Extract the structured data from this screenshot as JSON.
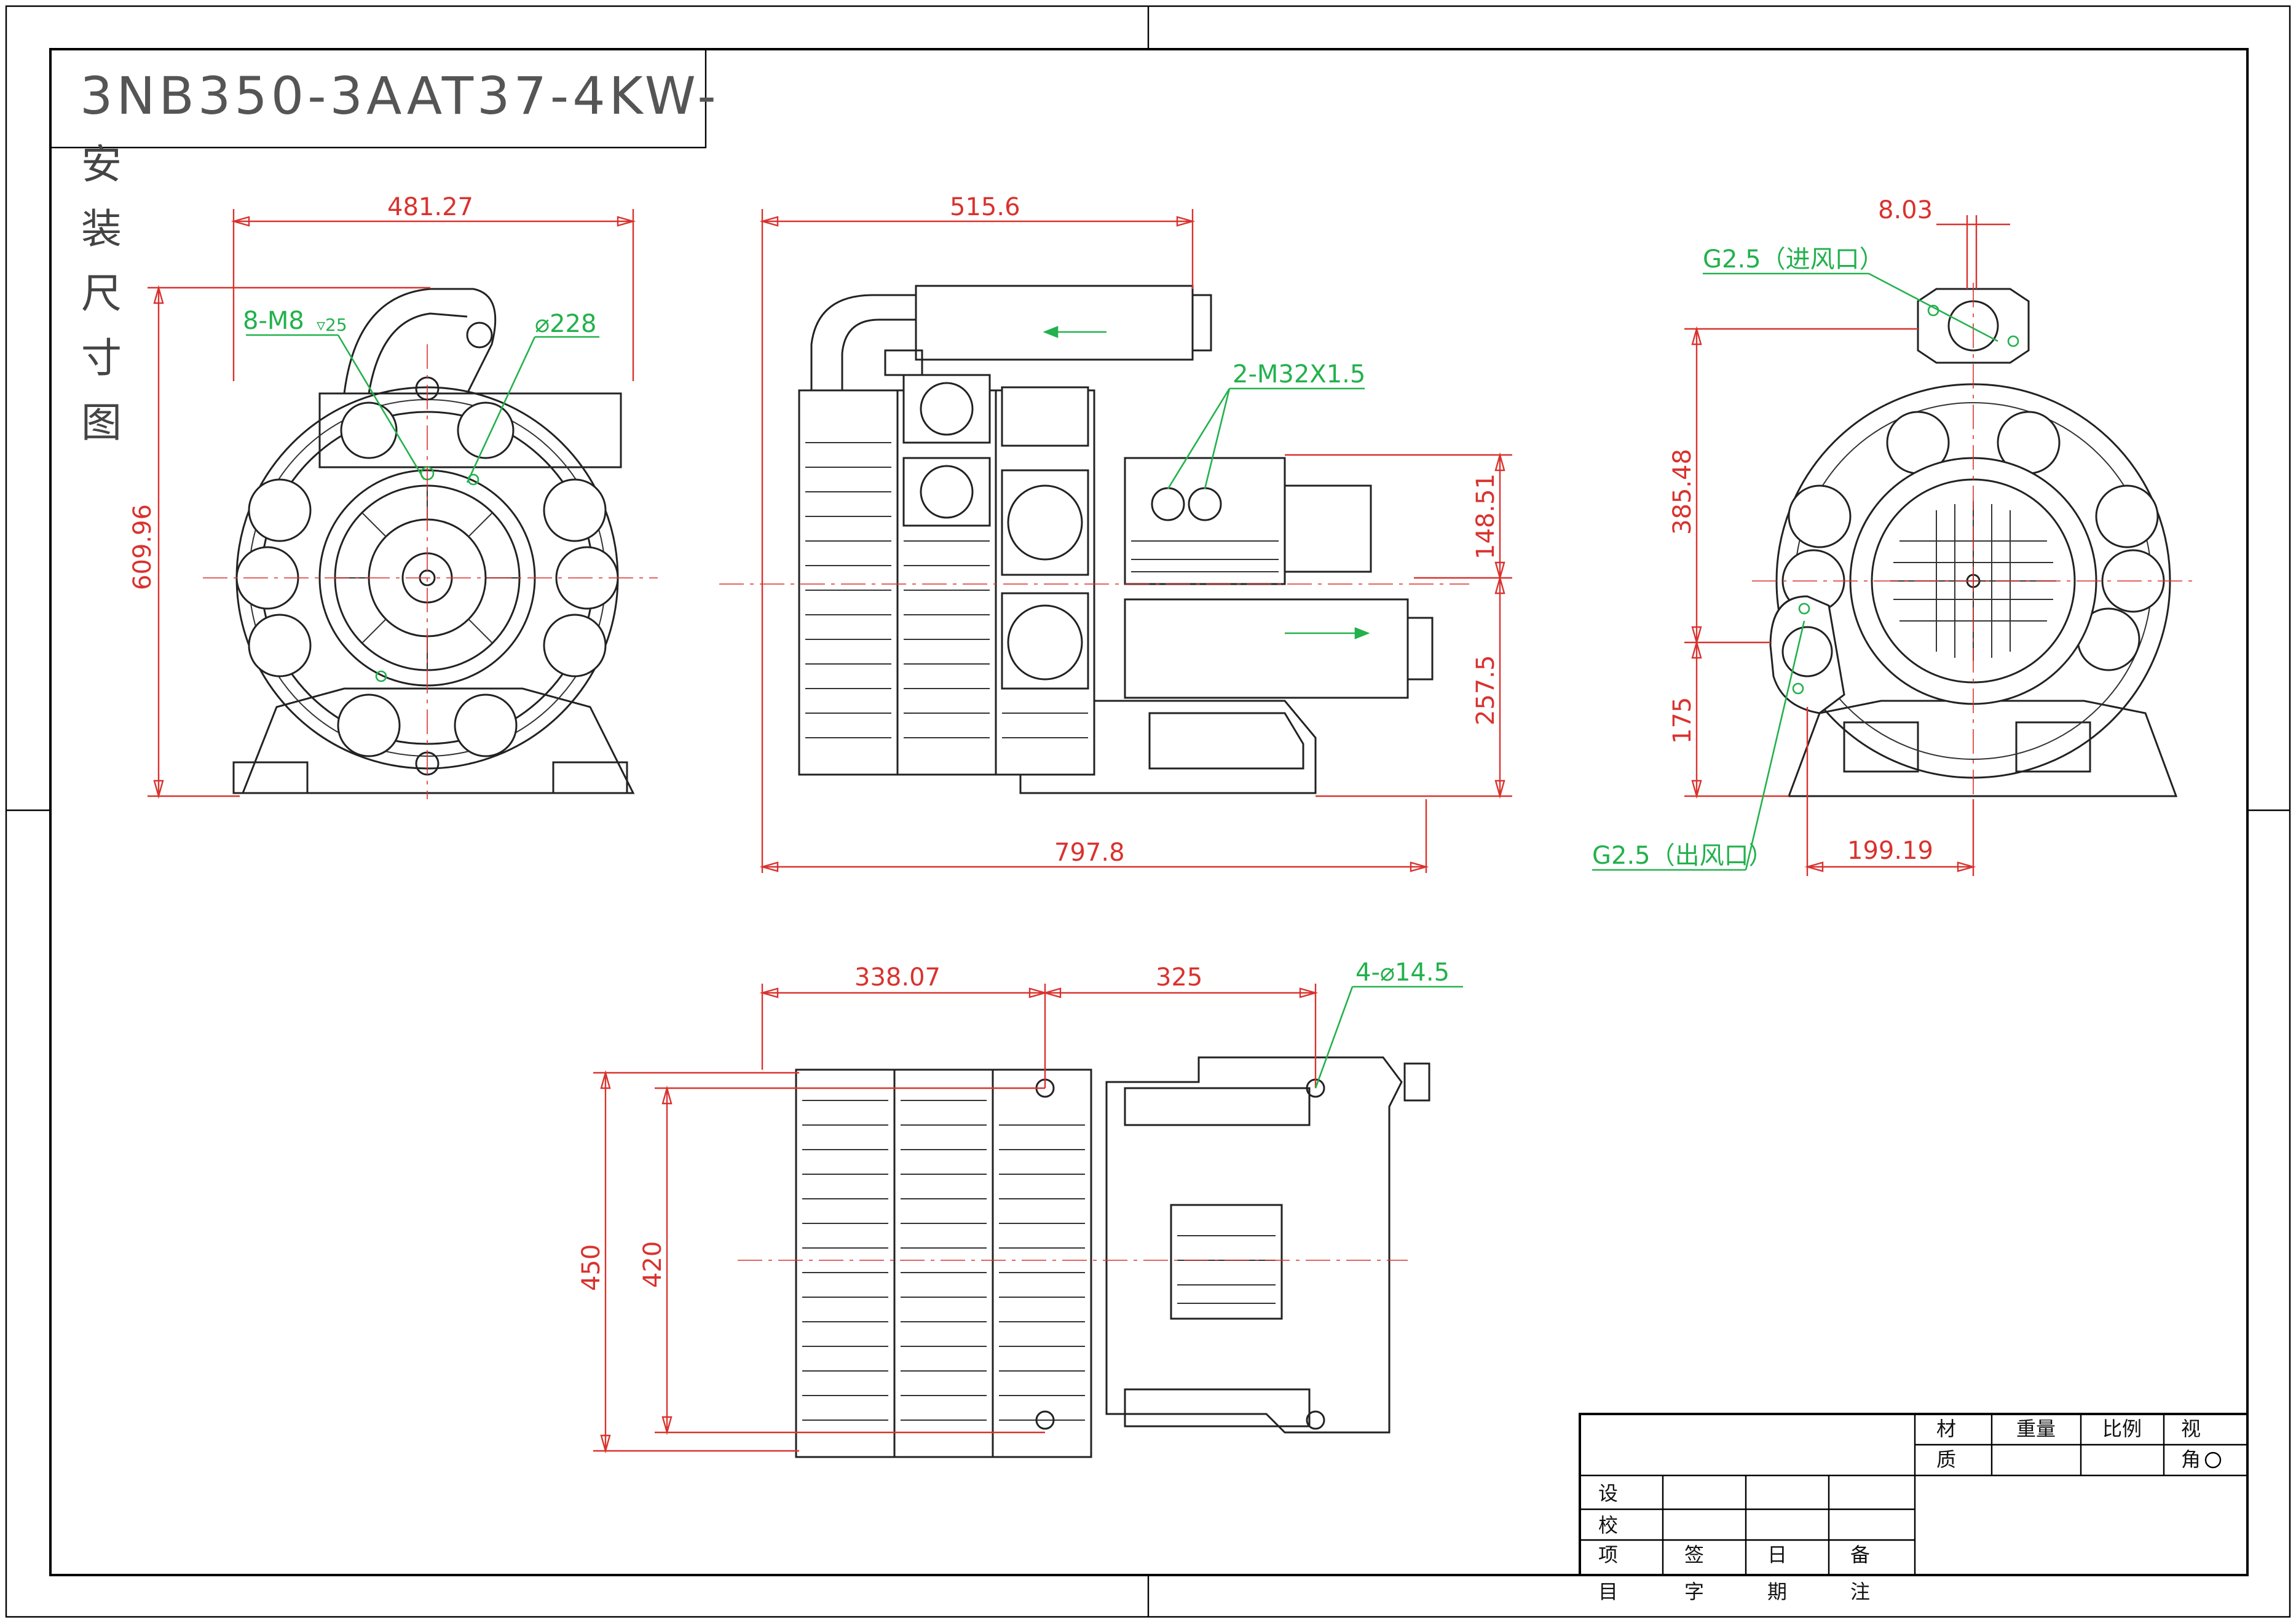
{
  "drawing": {
    "title": "3NB350-3AAT37-4KW-",
    "subtitle_vertical": [
      "安",
      "装",
      "尺",
      "寸",
      "图"
    ]
  },
  "dimensions": {
    "front_width": "481.27",
    "front_height": "609.96",
    "side_width": "515.6",
    "side_total_length": "797.8",
    "side_h1": "148.51",
    "side_h2": "257.5",
    "rear_offset": "8.03",
    "rear_h1": "385.48",
    "rear_h2": "175",
    "rear_w": "199.19",
    "bottom_w1": "338.07",
    "bottom_w2": "325",
    "bottom_h1": "450",
    "bottom_h2": "420"
  },
  "callouts": {
    "front_thread": "8-M8",
    "front_thread_depth": "▿25",
    "front_diameter": "⌀228",
    "side_glands": "2-M32X1.5",
    "rear_inlet": "G2.5（进风口）",
    "rear_outlet": "G2.5（出风口）",
    "bottom_holes": "4-⌀14.5"
  },
  "title_block": {
    "material_label": "材",
    "material_label2": "质",
    "weight_label": "重量",
    "scale_label": "比例",
    "view_label": "视",
    "view_label2": "角",
    "design_label": "设",
    "check_label": "校",
    "process_label": "项",
    "process_label2": "目",
    "sign_label": "签",
    "sign_label2": "字",
    "date_label": "日",
    "date_label2": "期",
    "note_label": "备",
    "note_label2": "注"
  },
  "colors": {
    "dimension": "#d9322e",
    "callout": "#22b14c",
    "outline": "#000000"
  }
}
